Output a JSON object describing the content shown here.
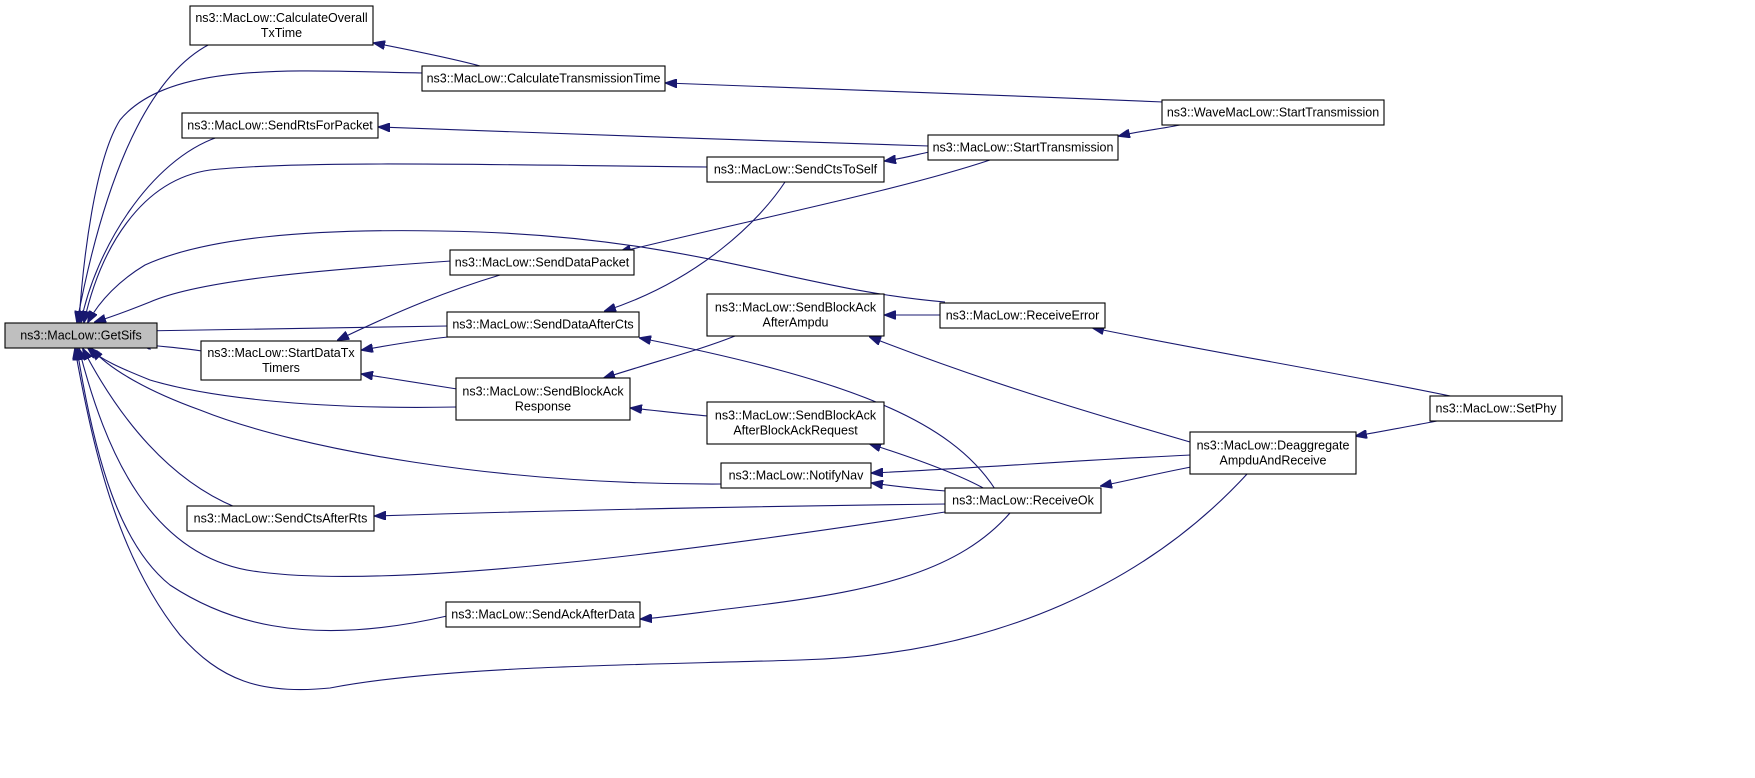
{
  "graph": {
    "edge_color": "#191970",
    "root_fill": "#bfbfbf",
    "node_fill": "#ffffff",
    "nodes": [
      {
        "id": "getsifs",
        "lines": [
          "ns3::MacLow::GetSifs"
        ],
        "root": true
      },
      {
        "id": "calcoverall",
        "lines": [
          "ns3::MacLow::CalculateOverall",
          "TxTime"
        ]
      },
      {
        "id": "calctrans",
        "lines": [
          "ns3::MacLow::CalculateTransmissionTime"
        ]
      },
      {
        "id": "sendrts",
        "lines": [
          "ns3::MacLow::SendRtsForPacket"
        ]
      },
      {
        "id": "sendctstoself",
        "lines": [
          "ns3::MacLow::SendCtsToSelf"
        ]
      },
      {
        "id": "senddatapacket",
        "lines": [
          "ns3::MacLow::SendDataPacket"
        ]
      },
      {
        "id": "senddataaftercts",
        "lines": [
          "ns3::MacLow::SendDataAfterCts"
        ]
      },
      {
        "id": "startdatatx",
        "lines": [
          "ns3::MacLow::StartDataTx",
          "Timers"
        ]
      },
      {
        "id": "sendbaresp",
        "lines": [
          "ns3::MacLow::SendBlockAck",
          "Response"
        ]
      },
      {
        "id": "sendbaampdu",
        "lines": [
          "ns3::MacLow::SendBlockAck",
          "AfterAmpdu"
        ]
      },
      {
        "id": "sendbabar",
        "lines": [
          "ns3::MacLow::SendBlockAck",
          "AfterBlockAckRequest"
        ]
      },
      {
        "id": "notifynav",
        "lines": [
          "ns3::MacLow::NotifyNav"
        ]
      },
      {
        "id": "sendctsafterrts",
        "lines": [
          "ns3::MacLow::SendCtsAfterRts"
        ]
      },
      {
        "id": "sendackafterdata",
        "lines": [
          "ns3::MacLow::SendAckAfterData"
        ]
      },
      {
        "id": "starttrans",
        "lines": [
          "ns3::MacLow::StartTransmission"
        ]
      },
      {
        "id": "wavestart",
        "lines": [
          "ns3::WaveMacLow::StartTransmission"
        ]
      },
      {
        "id": "receiveerror",
        "lines": [
          "ns3::MacLow::ReceiveError"
        ]
      },
      {
        "id": "receiveok",
        "lines": [
          "ns3::MacLow::ReceiveOk"
        ]
      },
      {
        "id": "deaggregate",
        "lines": [
          "ns3::MacLow::Deaggregate",
          "AmpduAndReceive"
        ]
      },
      {
        "id": "setphy",
        "lines": [
          "ns3::MacLow::SetPhy"
        ]
      }
    ],
    "edges": [
      {
        "from": "calcoverall",
        "to": "getsifs"
      },
      {
        "from": "calctrans",
        "to": "getsifs"
      },
      {
        "from": "sendrts",
        "to": "getsifs"
      },
      {
        "from": "sendctstoself",
        "to": "getsifs"
      },
      {
        "from": "receiveerror",
        "to": "getsifs"
      },
      {
        "from": "senddatapacket",
        "to": "getsifs"
      },
      {
        "from": "senddataaftercts",
        "to": "getsifs"
      },
      {
        "from": "startdatatx",
        "to": "getsifs"
      },
      {
        "from": "sendbaresp",
        "to": "getsifs"
      },
      {
        "from": "notifynav",
        "to": "getsifs"
      },
      {
        "from": "sendctsafterrts",
        "to": "getsifs"
      },
      {
        "from": "receiveok",
        "to": "getsifs"
      },
      {
        "from": "sendackafterdata",
        "to": "getsifs"
      },
      {
        "from": "deaggregate",
        "to": "getsifs"
      },
      {
        "from": "calctrans",
        "to": "calcoverall"
      },
      {
        "from": "wavestart",
        "to": "calctrans"
      },
      {
        "from": "starttrans",
        "to": "sendrts"
      },
      {
        "from": "starttrans",
        "to": "sendctstoself"
      },
      {
        "from": "wavestart",
        "to": "starttrans"
      },
      {
        "from": "starttrans",
        "to": "senddatapacket"
      },
      {
        "from": "sendctstoself",
        "to": "senddataaftercts"
      },
      {
        "from": "receiveok",
        "to": "senddataaftercts"
      },
      {
        "from": "senddatapacket",
        "to": "startdatatx"
      },
      {
        "from": "senddataaftercts",
        "to": "startdatatx"
      },
      {
        "from": "sendbaresp",
        "to": "startdatatx"
      },
      {
        "from": "sendbaampdu",
        "to": "sendbaresp"
      },
      {
        "from": "sendbabar",
        "to": "sendbaresp"
      },
      {
        "from": "receiveerror",
        "to": "sendbaampdu"
      },
      {
        "from": "deaggregate",
        "to": "sendbaampdu"
      },
      {
        "from": "receiveok",
        "to": "sendbabar"
      },
      {
        "from": "deaggregate",
        "to": "notifynav"
      },
      {
        "from": "receiveok",
        "to": "notifynav"
      },
      {
        "from": "receiveok",
        "to": "sendctsafterrts"
      },
      {
        "from": "receiveok",
        "to": "sendackafterdata"
      },
      {
        "from": "setphy",
        "to": "receiveerror"
      },
      {
        "from": "deaggregate",
        "to": "receiveok"
      },
      {
        "from": "setphy",
        "to": "deaggregate"
      }
    ]
  }
}
